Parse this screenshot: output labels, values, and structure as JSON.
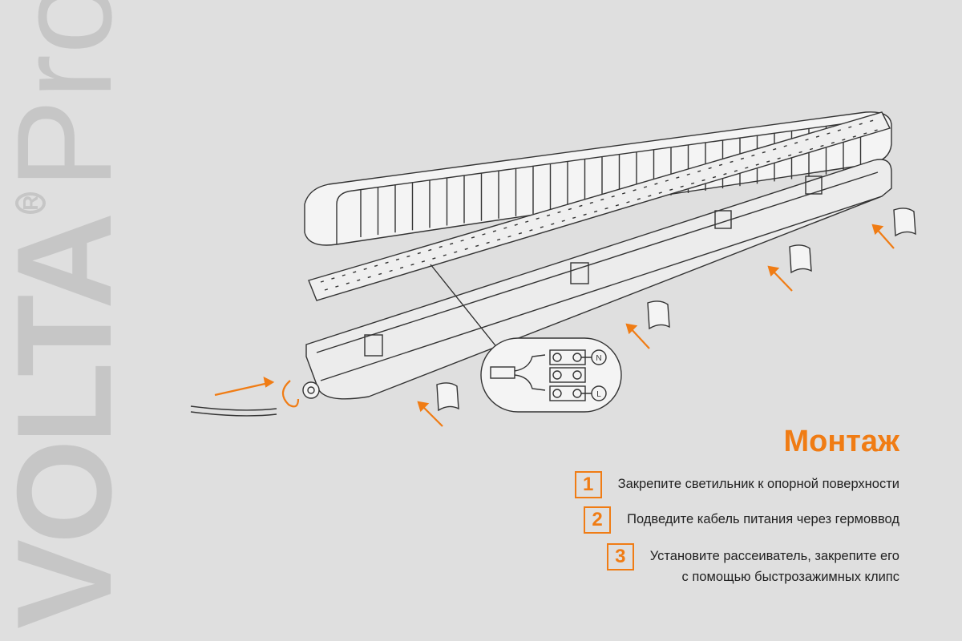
{
  "logo": {
    "brand": "VOLTA",
    "registered": "R",
    "suffix": "Pro"
  },
  "diagram": {
    "terminal_labels": {
      "neutral": "N",
      "live": "L"
    }
  },
  "colors": {
    "accent": "#f07c14",
    "background": "#dfdfdf",
    "logo": "#c6c6c6"
  },
  "title": "Монтаж",
  "steps": [
    {
      "number": "1",
      "lines": [
        "Закрепите светильник к опорной поверхности"
      ]
    },
    {
      "number": "2",
      "lines": [
        "Подведите кабель питания через гермоввод"
      ]
    },
    {
      "number": "3",
      "lines": [
        "Установите рассеиватель, закрепите его",
        "с помощью быстрозажимных клипс"
      ]
    }
  ]
}
